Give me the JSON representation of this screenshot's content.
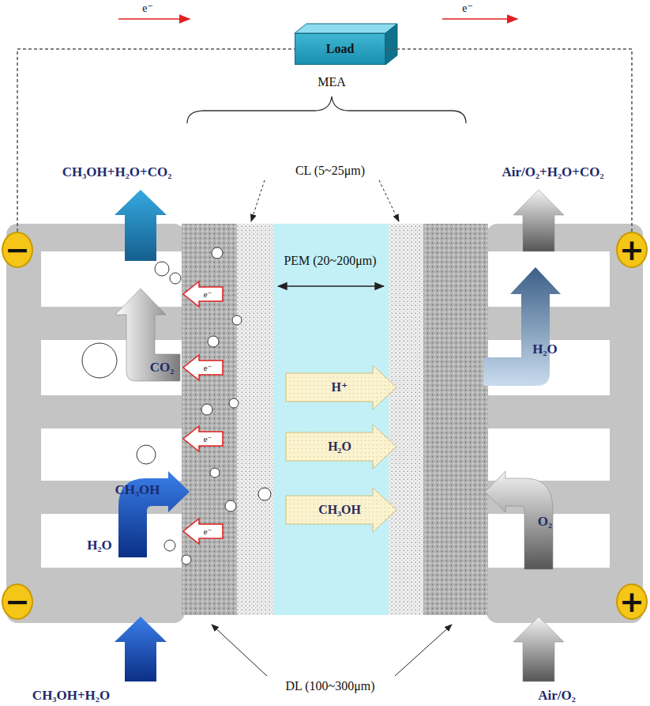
{
  "diagram": {
    "nodes": [
      {
        "text": [
          "Load"
        ]
      },
      {
        "text": [
          "−"
        ]
      },
      {
        "text": [
          "+"
        ]
      },
      {
        "text": [
          "−"
        ]
      },
      {
        "text": [
          "+"
        ]
      }
    ],
    "edges": [
      {
        "from": 1,
        "to": 0,
        "arrow": "none"
      },
      {
        "from": 0,
        "to": 2,
        "arrow": "none"
      }
    ],
    "labels": [
      "e⁻",
      "e⁻",
      "MEA",
      "CH₃OH+H₂O+CO₂",
      "CL (5~25μm)",
      "Air/O₂+H₂O+CO₂",
      "PEM (20~200μm)",
      "e⁻",
      "CO₂",
      "e⁻",
      "H⁺",
      "H₂O",
      "e⁻",
      "CH₃OH",
      "CH₃OH",
      "H₂O",
      "e⁻",
      "H₂O",
      "O₂",
      "DL (100~300μm)",
      "CH₃OH+H₂O",
      "Air/O₂"
    ]
  }
}
